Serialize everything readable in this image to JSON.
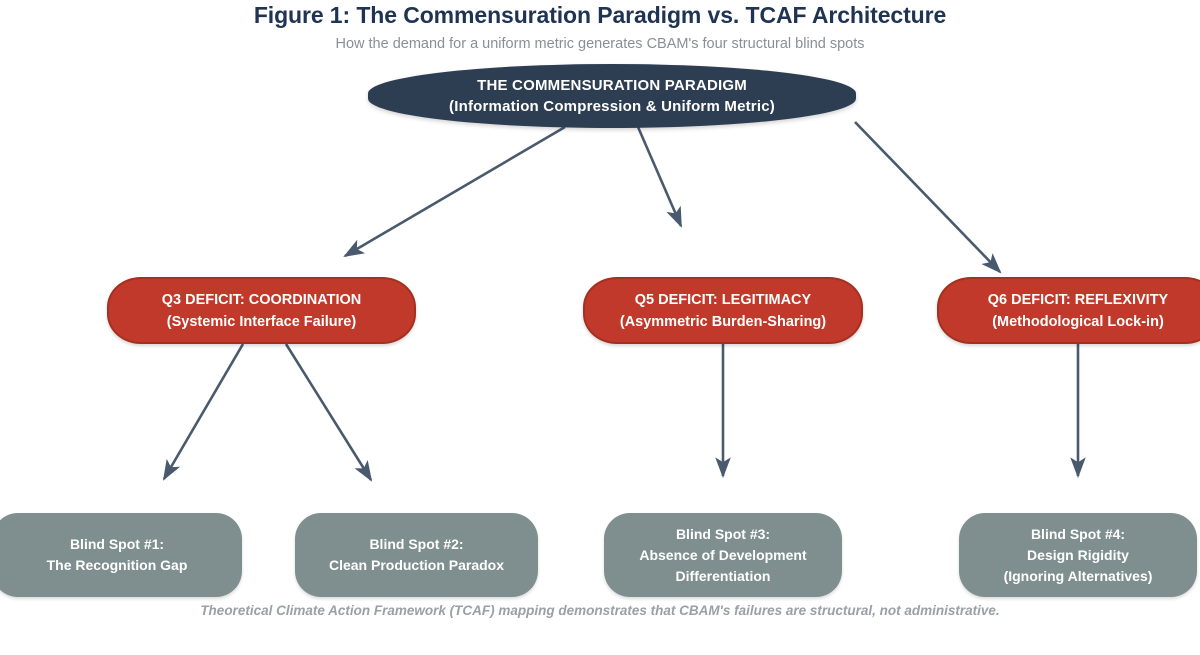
{
  "figure": {
    "title": "Figure 1: The Commensuration Paradigm vs. TCAF Architecture",
    "subtitle": "How the demand for a uniform metric generates CBAM's four structural blind spots",
    "footer": "Theoretical Climate Action Framework (TCAF) mapping demonstrates that CBAM's failures are structural, not administrative."
  },
  "colors": {
    "root_fill": "#2d3e53",
    "deficit_fill": "#c0392b",
    "deficit_border": "#a5301f",
    "blindspot_fill": "#7f8f8f",
    "arrow": "#4a5a6e",
    "title_text": "#1f3352",
    "subtitle_text": "#8a8f95",
    "footer_text": "#9aa0a6",
    "node_text": "#ffffff",
    "background": "#ffffff"
  },
  "root_node": {
    "line1": "THE COMMENSURATION PARADIGM",
    "line2": "(Information Compression & Uniform Metric)"
  },
  "deficit_nodes": [
    {
      "id": "q3",
      "line1": "Q3 DEFICIT: COORDINATION",
      "line2": "(Systemic Interface Failure)"
    },
    {
      "id": "q5",
      "line1": "Q5 DEFICIT: LEGITIMACY",
      "line2": "(Asymmetric Burden-Sharing)"
    },
    {
      "id": "q6",
      "line1": "Q6 DEFICIT: REFLEXIVITY",
      "line2": "(Methodological Lock-in)"
    }
  ],
  "blind_spots": [
    {
      "id": "bs1",
      "line1": "Blind Spot #1:",
      "line2": "The Recognition Gap",
      "line3": ""
    },
    {
      "id": "bs2",
      "line1": "Blind Spot #2:",
      "line2": "Clean Production Paradox",
      "line3": ""
    },
    {
      "id": "bs3",
      "line1": "Blind Spot #3:",
      "line2": "Absence of Development",
      "line3": "Differentiation"
    },
    {
      "id": "bs4",
      "line1": "Blind Spot #4:",
      "line2": "Design Rigidity",
      "line3": "(Ignoring Alternatives)"
    }
  ],
  "connectors": [
    {
      "from": "root",
      "to": "q3"
    },
    {
      "from": "root",
      "to": "q5"
    },
    {
      "from": "root",
      "to": "q6"
    },
    {
      "from": "q3",
      "to": "bs1"
    },
    {
      "from": "q3",
      "to": "bs2"
    },
    {
      "from": "q5",
      "to": "bs3"
    },
    {
      "from": "q6",
      "to": "bs4"
    }
  ]
}
